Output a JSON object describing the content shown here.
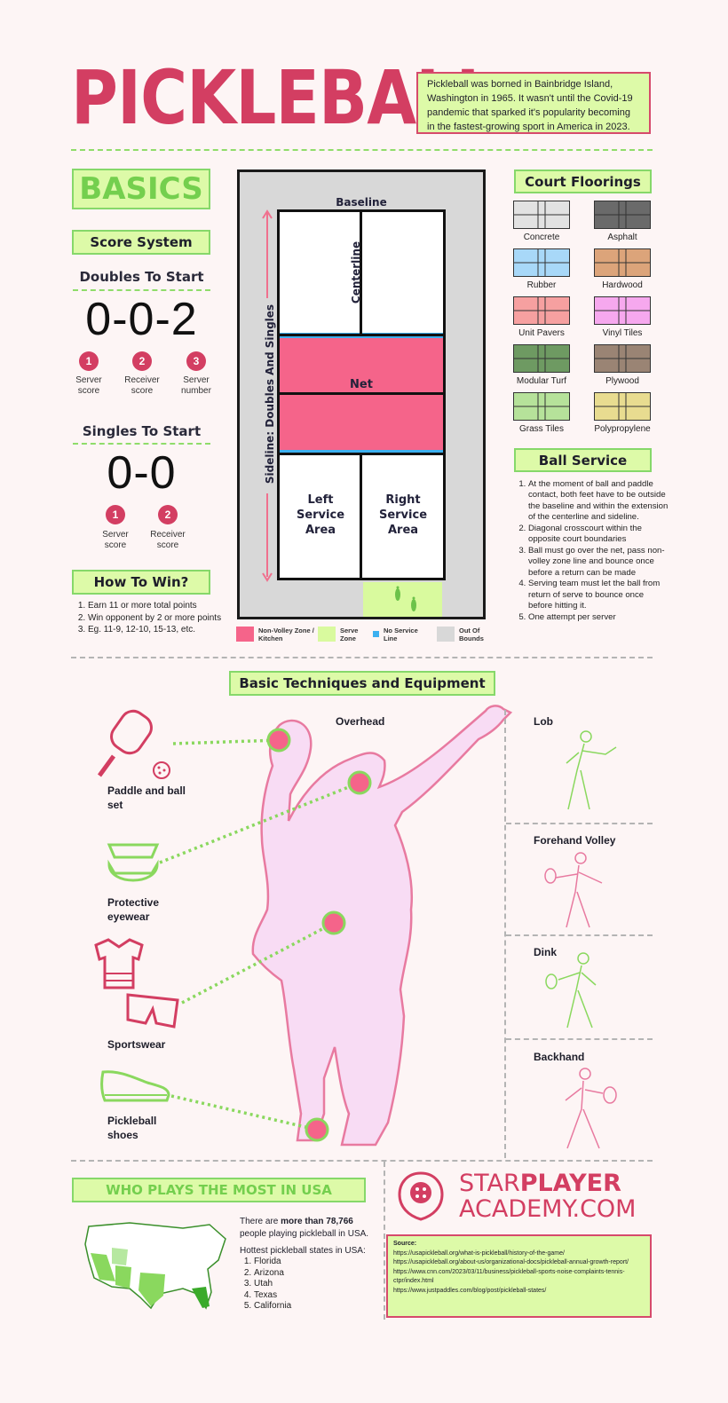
{
  "title": "PICKLEBALL",
  "intro": "Pickleball was borned in Bainbridge Island, Washington in 1965. It wasn't until the Covid-19 pandemic that sparked it's popularity becoming in the fastest-growing sport in America in 2023.",
  "basics": {
    "heading": "BASICS",
    "score_system": "Score System",
    "doubles": {
      "label": "Doubles To Start",
      "score": "0-0-2",
      "items": [
        {
          "num": "1",
          "label": "Server score"
        },
        {
          "num": "2",
          "label": "Receiver score"
        },
        {
          "num": "3",
          "label": "Server number"
        }
      ]
    },
    "singles": {
      "label": "Singles To Start",
      "score": "0-0",
      "items": [
        {
          "num": "1",
          "label": "Server score"
        },
        {
          "num": "2",
          "label": "Receiver score"
        }
      ]
    },
    "how_to_win": {
      "heading": "How To Win?",
      "items": [
        "Earn 11 or more total points",
        "Win opponent by 2 or more points",
        "Eg. 11-9, 12-10, 15-13, etc."
      ]
    }
  },
  "court": {
    "baseline": "Baseline",
    "centerline": "Centerline",
    "sideline": "Sideline: Doubles And Singles",
    "net": "Net",
    "left_area": "Left Service Area",
    "right_area": "Right Service Area",
    "legend": [
      {
        "label": "Non-Volley Zone / Kitchen",
        "color": "#f5648a"
      },
      {
        "label": "Serve Zone",
        "color": "#d9fa9e"
      },
      {
        "label": "No Service Line",
        "color": "#3cb0f0"
      },
      {
        "label": "Out Of Bounds",
        "color": "#d8d8d8"
      }
    ]
  },
  "floorings": {
    "heading": "Court Floorings",
    "items": [
      {
        "label": "Concrete",
        "color": "#e2e2e2"
      },
      {
        "label": "Asphalt",
        "color": "#6a6a6a"
      },
      {
        "label": "Rubber",
        "color": "#a8d8f8"
      },
      {
        "label": "Hardwood",
        "color": "#dca47a"
      },
      {
        "label": "Unit Pavers",
        "color": "#f6a0a0"
      },
      {
        "label": "Vinyl Tiles",
        "color": "#f6a8ee"
      },
      {
        "label": "Modular Turf",
        "color": "#6e9a62"
      },
      {
        "label": "Plywood",
        "color": "#9a8474"
      },
      {
        "label": "Grass Tiles",
        "color": "#b6e29a"
      },
      {
        "label": "Polypropylene",
        "color": "#e8dc90"
      }
    ]
  },
  "ball_service": {
    "heading": "Ball Service",
    "items": [
      "At the moment of ball and paddle contact, both feet have to be outside the baseline and within the extension of the centerline and sideline.",
      "Diagonal crosscourt within the opposite court boundaries",
      "Ball must go over the net, pass non-volley zone line and bounce once before a return can be made",
      "Serving team must let the ball from return of serve to bounce once before hitting it.",
      "One attempt per server"
    ]
  },
  "techniques": {
    "heading": "Basic Techniques and Equipment",
    "overhead": "Overhead",
    "equipment": [
      "Paddle and ball set",
      "Protective eyewear",
      "Sportswear",
      "Pickleball shoes"
    ],
    "shots": [
      "Lob",
      "Forehand Volley",
      "Dink",
      "Backhand"
    ]
  },
  "usa": {
    "heading": "WHO PLAYS THE MOST IN USA",
    "text_pre": "There are ",
    "text_bold": "more than 78,766",
    "text_post": " people playing pickleball in USA.",
    "states_intro": "Hottest pickleball states in USA:",
    "states": [
      "Florida",
      "Arizona",
      "Utah",
      "Texas",
      "California"
    ]
  },
  "brand": {
    "line1a": "STAR",
    "line1b": "PLAYER",
    "line2": "ACADEMY.COM"
  },
  "source": {
    "heading": "Source:",
    "links": [
      "https://usapickleball.org/what-is-pickleball/history-of-the-game/",
      "https://usapickleball.org/about-us/organizational-docs/pickleball-annual-growth-report/",
      "https://www.cnn.com/2023/03/11/business/pickleball-sports-noise-complaints-tennis-ctpr/index.html",
      "https://www.justpaddles.com/blog/post/pickleball-states/"
    ]
  }
}
